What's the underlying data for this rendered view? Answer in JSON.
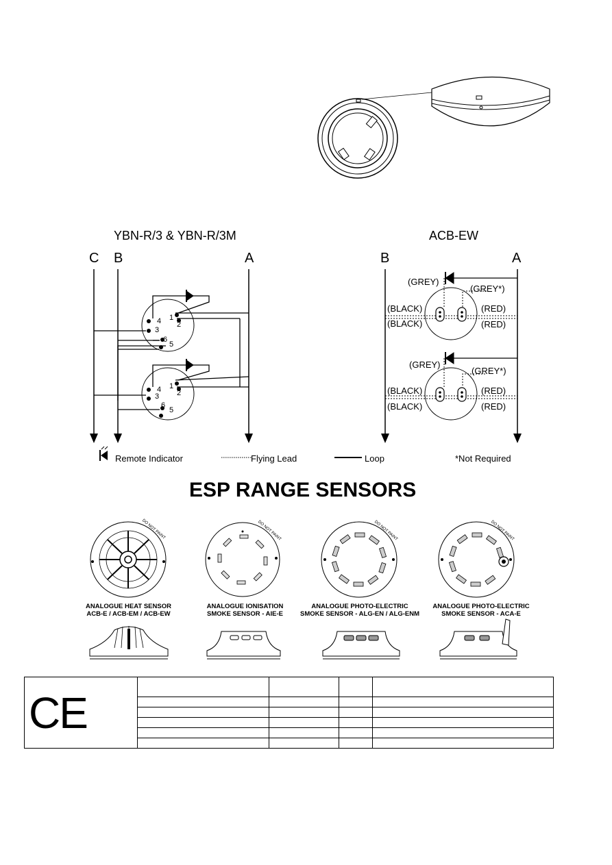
{
  "diagram_left": {
    "title": "YBN-R/3 & YBN-R/3M",
    "lines": [
      "C",
      "B",
      "A"
    ],
    "terminals_upper": [
      "4",
      "1",
      "2",
      "3",
      "6",
      "5"
    ],
    "terminals_lower": [
      "4",
      "1",
      "2",
      "3",
      "6",
      "5"
    ]
  },
  "diagram_right": {
    "title": "ACB-EW",
    "lines": [
      "B",
      "A"
    ],
    "upper": {
      "grey": "(GREY)",
      "grey_star": "(GREY*)",
      "black1": "(BLACK)",
      "red1": "(RED)",
      "black2": "(BLACK)",
      "red2": "(RED)"
    },
    "lower": {
      "grey": "(GREY)",
      "grey_star": "(GREY*)",
      "black1": "(BLACK)",
      "red1": "(RED)",
      "black2": "(BLACK)",
      "red2": "(RED)"
    }
  },
  "legend": {
    "remote": "Remote Indicator",
    "flying": "Flying Lead",
    "loop": "Loop",
    "note": "*Not Required"
  },
  "heading": "ESP RANGE SENSORS",
  "sensors": [
    {
      "line1": "ANALOGUE HEAT SENSOR",
      "line2": "ACB-E / ACB-EM / ACB-EW"
    },
    {
      "line1": "ANALOGUE IONISATION",
      "line2": "SMOKE SENSOR - AIE-E"
    },
    {
      "line1": "ANALOGUE PHOTO-ELECTRIC",
      "line2": "SMOKE SENSOR - ALG-EN / ALG-ENM"
    },
    {
      "line1": "ANALOGUE PHOTO-ELECTRIC",
      "line2": "SMOKE SENSOR - ACA-E"
    }
  ],
  "sensor_face_text": "DO NOT PAINT",
  "ce_mark": "CE"
}
